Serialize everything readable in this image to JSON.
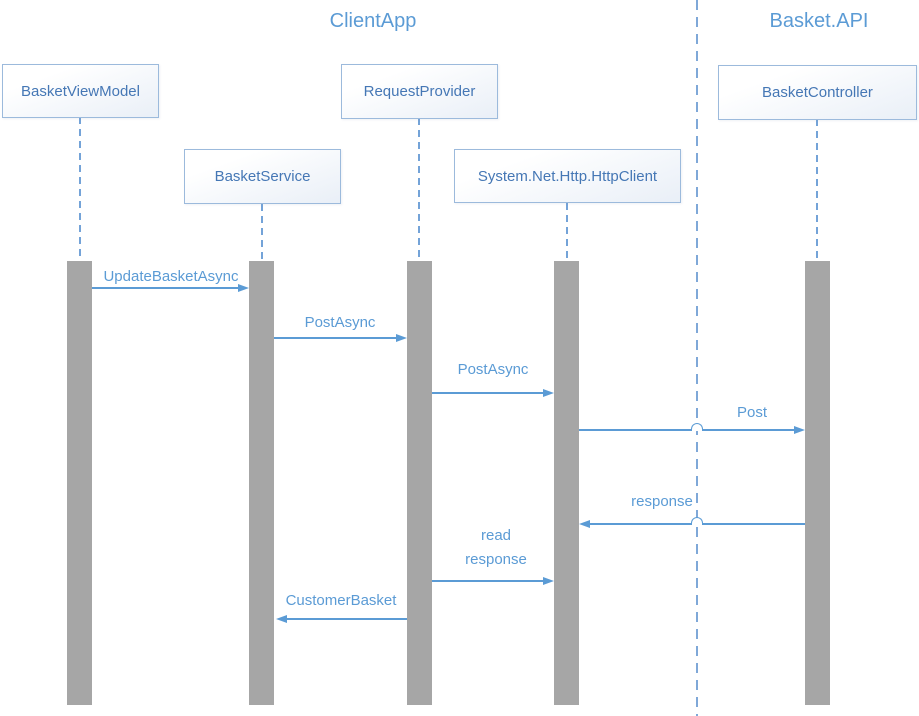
{
  "diagram_type": "uml-sequence",
  "groups": [
    {
      "label": "ClientApp"
    },
    {
      "label": "Basket.API"
    }
  ],
  "participants": [
    {
      "name": "BasketViewModel",
      "group": "ClientApp"
    },
    {
      "name": "BasketService",
      "group": "ClientApp"
    },
    {
      "name": "RequestProvider",
      "group": "ClientApp"
    },
    {
      "name": "System.Net.Http.HttpClient",
      "group": "ClientApp"
    },
    {
      "name": "BasketController",
      "group": "Basket.API"
    }
  ],
  "messages": [
    {
      "label": "UpdateBasketAsync",
      "from": "BasketViewModel",
      "to": "BasketService",
      "direction": "right"
    },
    {
      "label": "PostAsync",
      "from": "BasketService",
      "to": "RequestProvider",
      "direction": "right"
    },
    {
      "label": "PostAsync",
      "from": "RequestProvider",
      "to": "System.Net.Http.HttpClient",
      "direction": "right"
    },
    {
      "label": "Post",
      "from": "System.Net.Http.HttpClient",
      "to": "BasketController",
      "direction": "right",
      "crosses_group_divider": true
    },
    {
      "label": "response",
      "from": "BasketController",
      "to": "System.Net.Http.HttpClient",
      "direction": "left",
      "crosses_group_divider": true
    },
    {
      "label": "read response",
      "label_lines": {
        "0": "read",
        "1": "response"
      },
      "from": "RequestProvider",
      "to": "System.Net.Http.HttpClient",
      "direction": "right"
    },
    {
      "label": "CustomerBasket",
      "from": "RequestProvider",
      "to": "BasketService",
      "direction": "left"
    }
  ],
  "colors": {
    "accent_blue": "#5B9BD5",
    "box_text_blue": "#4577B5",
    "box_border_blue": "#9CBADC",
    "box_fill_gradient_end": "#E9EFF7",
    "lifeline_blue": "#74A3D8",
    "divider_blue": "#7FA8D8",
    "activation_bar_gray": "#A6A6A6",
    "background": "#FFFFFF"
  }
}
